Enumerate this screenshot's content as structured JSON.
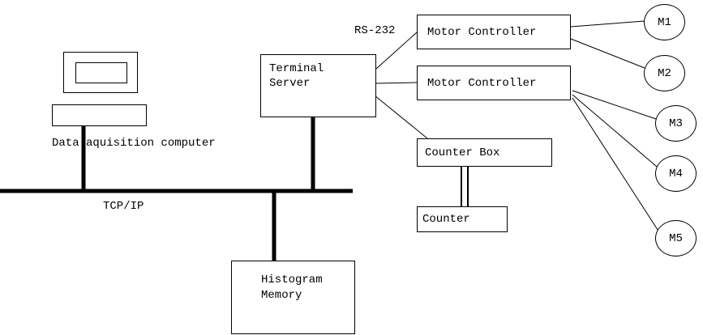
{
  "diagram": {
    "computer_label": "Data aquisition computer",
    "bus_label": "TCP/IP",
    "rs232_label": "RS-232",
    "terminal_server": {
      "line1": "Terminal",
      "line2": "Server"
    },
    "motor_controller_1": "Motor Controller",
    "motor_controller_2": "Motor Controller",
    "counter_box": "Counter Box",
    "counter": "Counter",
    "histogram": {
      "line1": "Histogram",
      "line2": "Memory"
    },
    "motors": [
      "M1",
      "M2",
      "M3",
      "M4",
      "M5"
    ]
  }
}
